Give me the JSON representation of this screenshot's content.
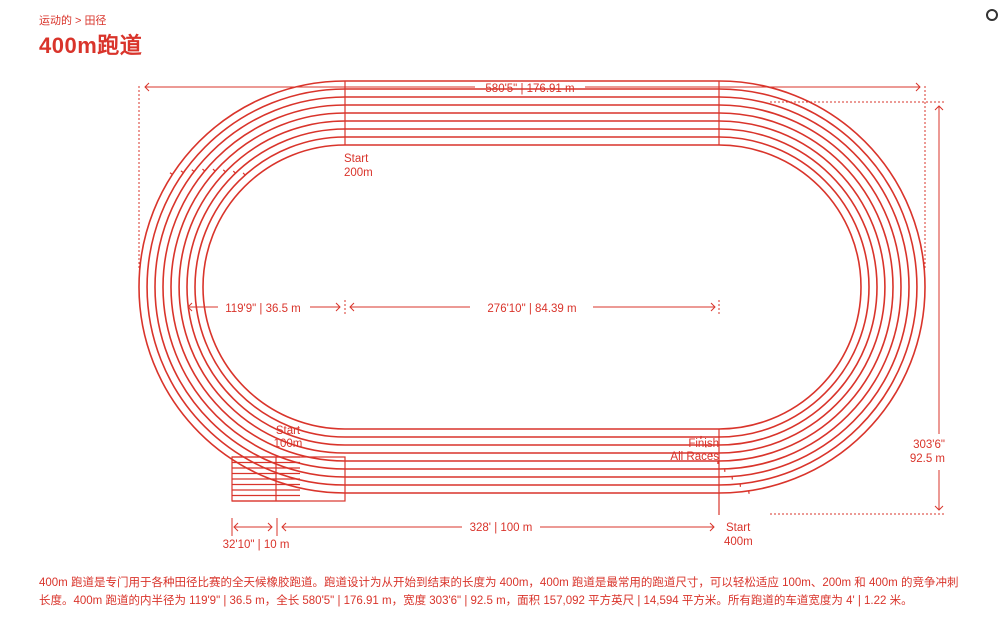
{
  "breadcrumb": {
    "parent": "运动的",
    "separator": ">",
    "current": "田径"
  },
  "title": "400m跑道",
  "colors": {
    "accent": "#d9342b",
    "background": "#ffffff"
  },
  "dimensions": {
    "total_length": "580'5\" | 176.91 m",
    "width": [
      "303'6\"",
      "92.5 m"
    ],
    "inner_radius": "119'9\" | 36.5 m",
    "straight_length": "276'10\" | 84.39 m",
    "lower_straight": "328' | 100 m",
    "extension": "32'10\" | 10 m"
  },
  "markers": {
    "start_200": [
      "Start",
      "200m"
    ],
    "start_100": [
      "Start",
      "100m"
    ],
    "finish": [
      "Finish",
      "All Races"
    ],
    "start_400": [
      "Start",
      "400m"
    ]
  },
  "caption": [
    "400m 跑道是专门用于各种田径比赛的全天候橡胶跑道。跑道设计为从开始到结束的长度为 400m，400m 跑道是最常用的跑道尺寸，可以轻松适应 100m、200m 和 400m 的竞争冲刺",
    "长度。400m 跑道的内半径为 119'9\" | 36.5 m，全长 580'5\" | 176.91 m，宽度 303'6\" | 92.5 m，面积 157,092 平方英尺 | 14,594 平方米。所有跑道的车道宽度为 4' | 1.22 米。"
  ]
}
